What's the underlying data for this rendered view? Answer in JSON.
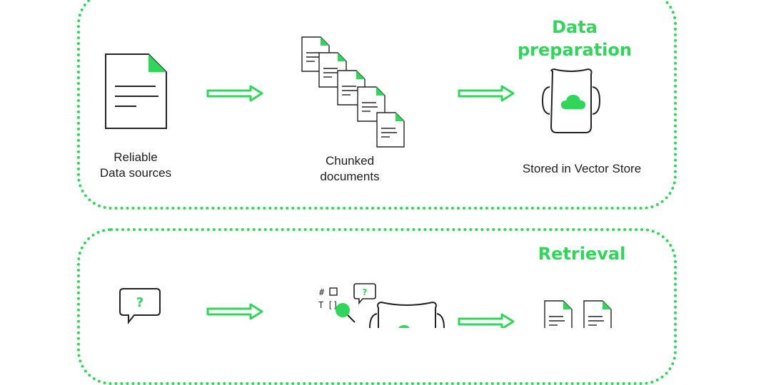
{
  "sections": {
    "data_preparation": {
      "title_line1": "Data",
      "title_line2": "preparation",
      "steps": [
        {
          "label_line1": "Reliable",
          "label_line2": "Data sources",
          "icon": "document-icon"
        },
        {
          "label_line1": "Chunked",
          "label_line2": "documents",
          "icon": "chunked-documents-icon"
        },
        {
          "label": "Stored in Vector Store",
          "icon": "vector-store-icon"
        }
      ]
    },
    "retrieval": {
      "title": "Retrieval",
      "steps": [
        {
          "icon": "question-bubble-icon"
        },
        {
          "icon": "search-query-icon"
        },
        {
          "icon": "vector-store-icon"
        },
        {
          "icon": "retrieved-documents-icon"
        }
      ]
    }
  },
  "colors": {
    "accent": "#2fd65a",
    "text": "#1d1d1d",
    "background": "#ffffff"
  }
}
